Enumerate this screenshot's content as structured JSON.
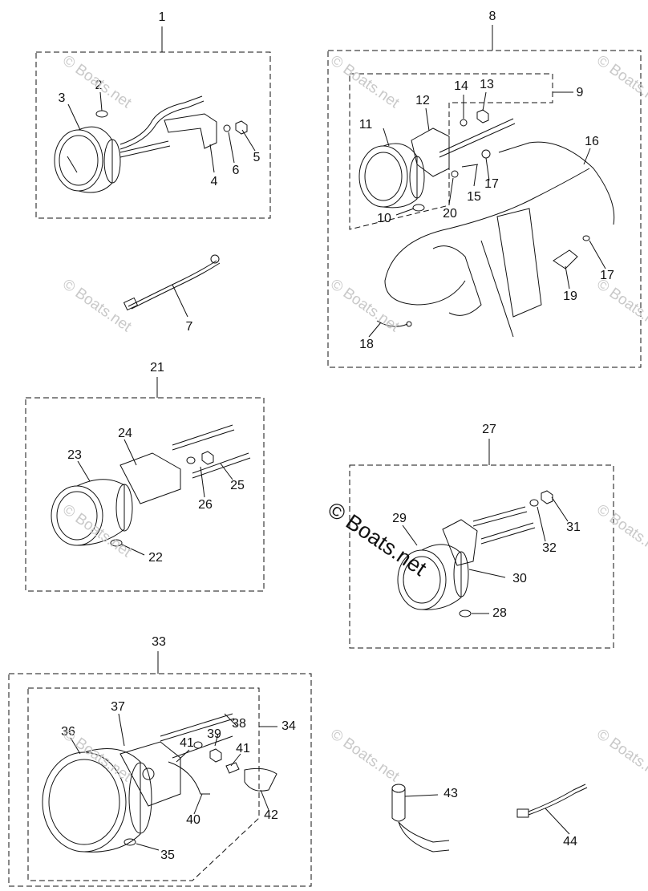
{
  "watermark": "© Boats.net",
  "labels": [
    "1",
    "2",
    "3",
    "4",
    "5",
    "6",
    "7",
    "8",
    "9",
    "10",
    "11",
    "12",
    "13",
    "14",
    "15",
    "16",
    "17",
    "17",
    "18",
    "19",
    "20",
    "21",
    "22",
    "23",
    "24",
    "25",
    "26",
    "27",
    "28",
    "29",
    "30",
    "31",
    "32",
    "33",
    "34",
    "35",
    "36",
    "37",
    "38",
    "39",
    "40",
    "41",
    "41",
    "42",
    "43",
    "44"
  ],
  "colors": {
    "line": "#111111",
    "watermark": "#c9c9c9",
    "background": "#ffffff"
  }
}
